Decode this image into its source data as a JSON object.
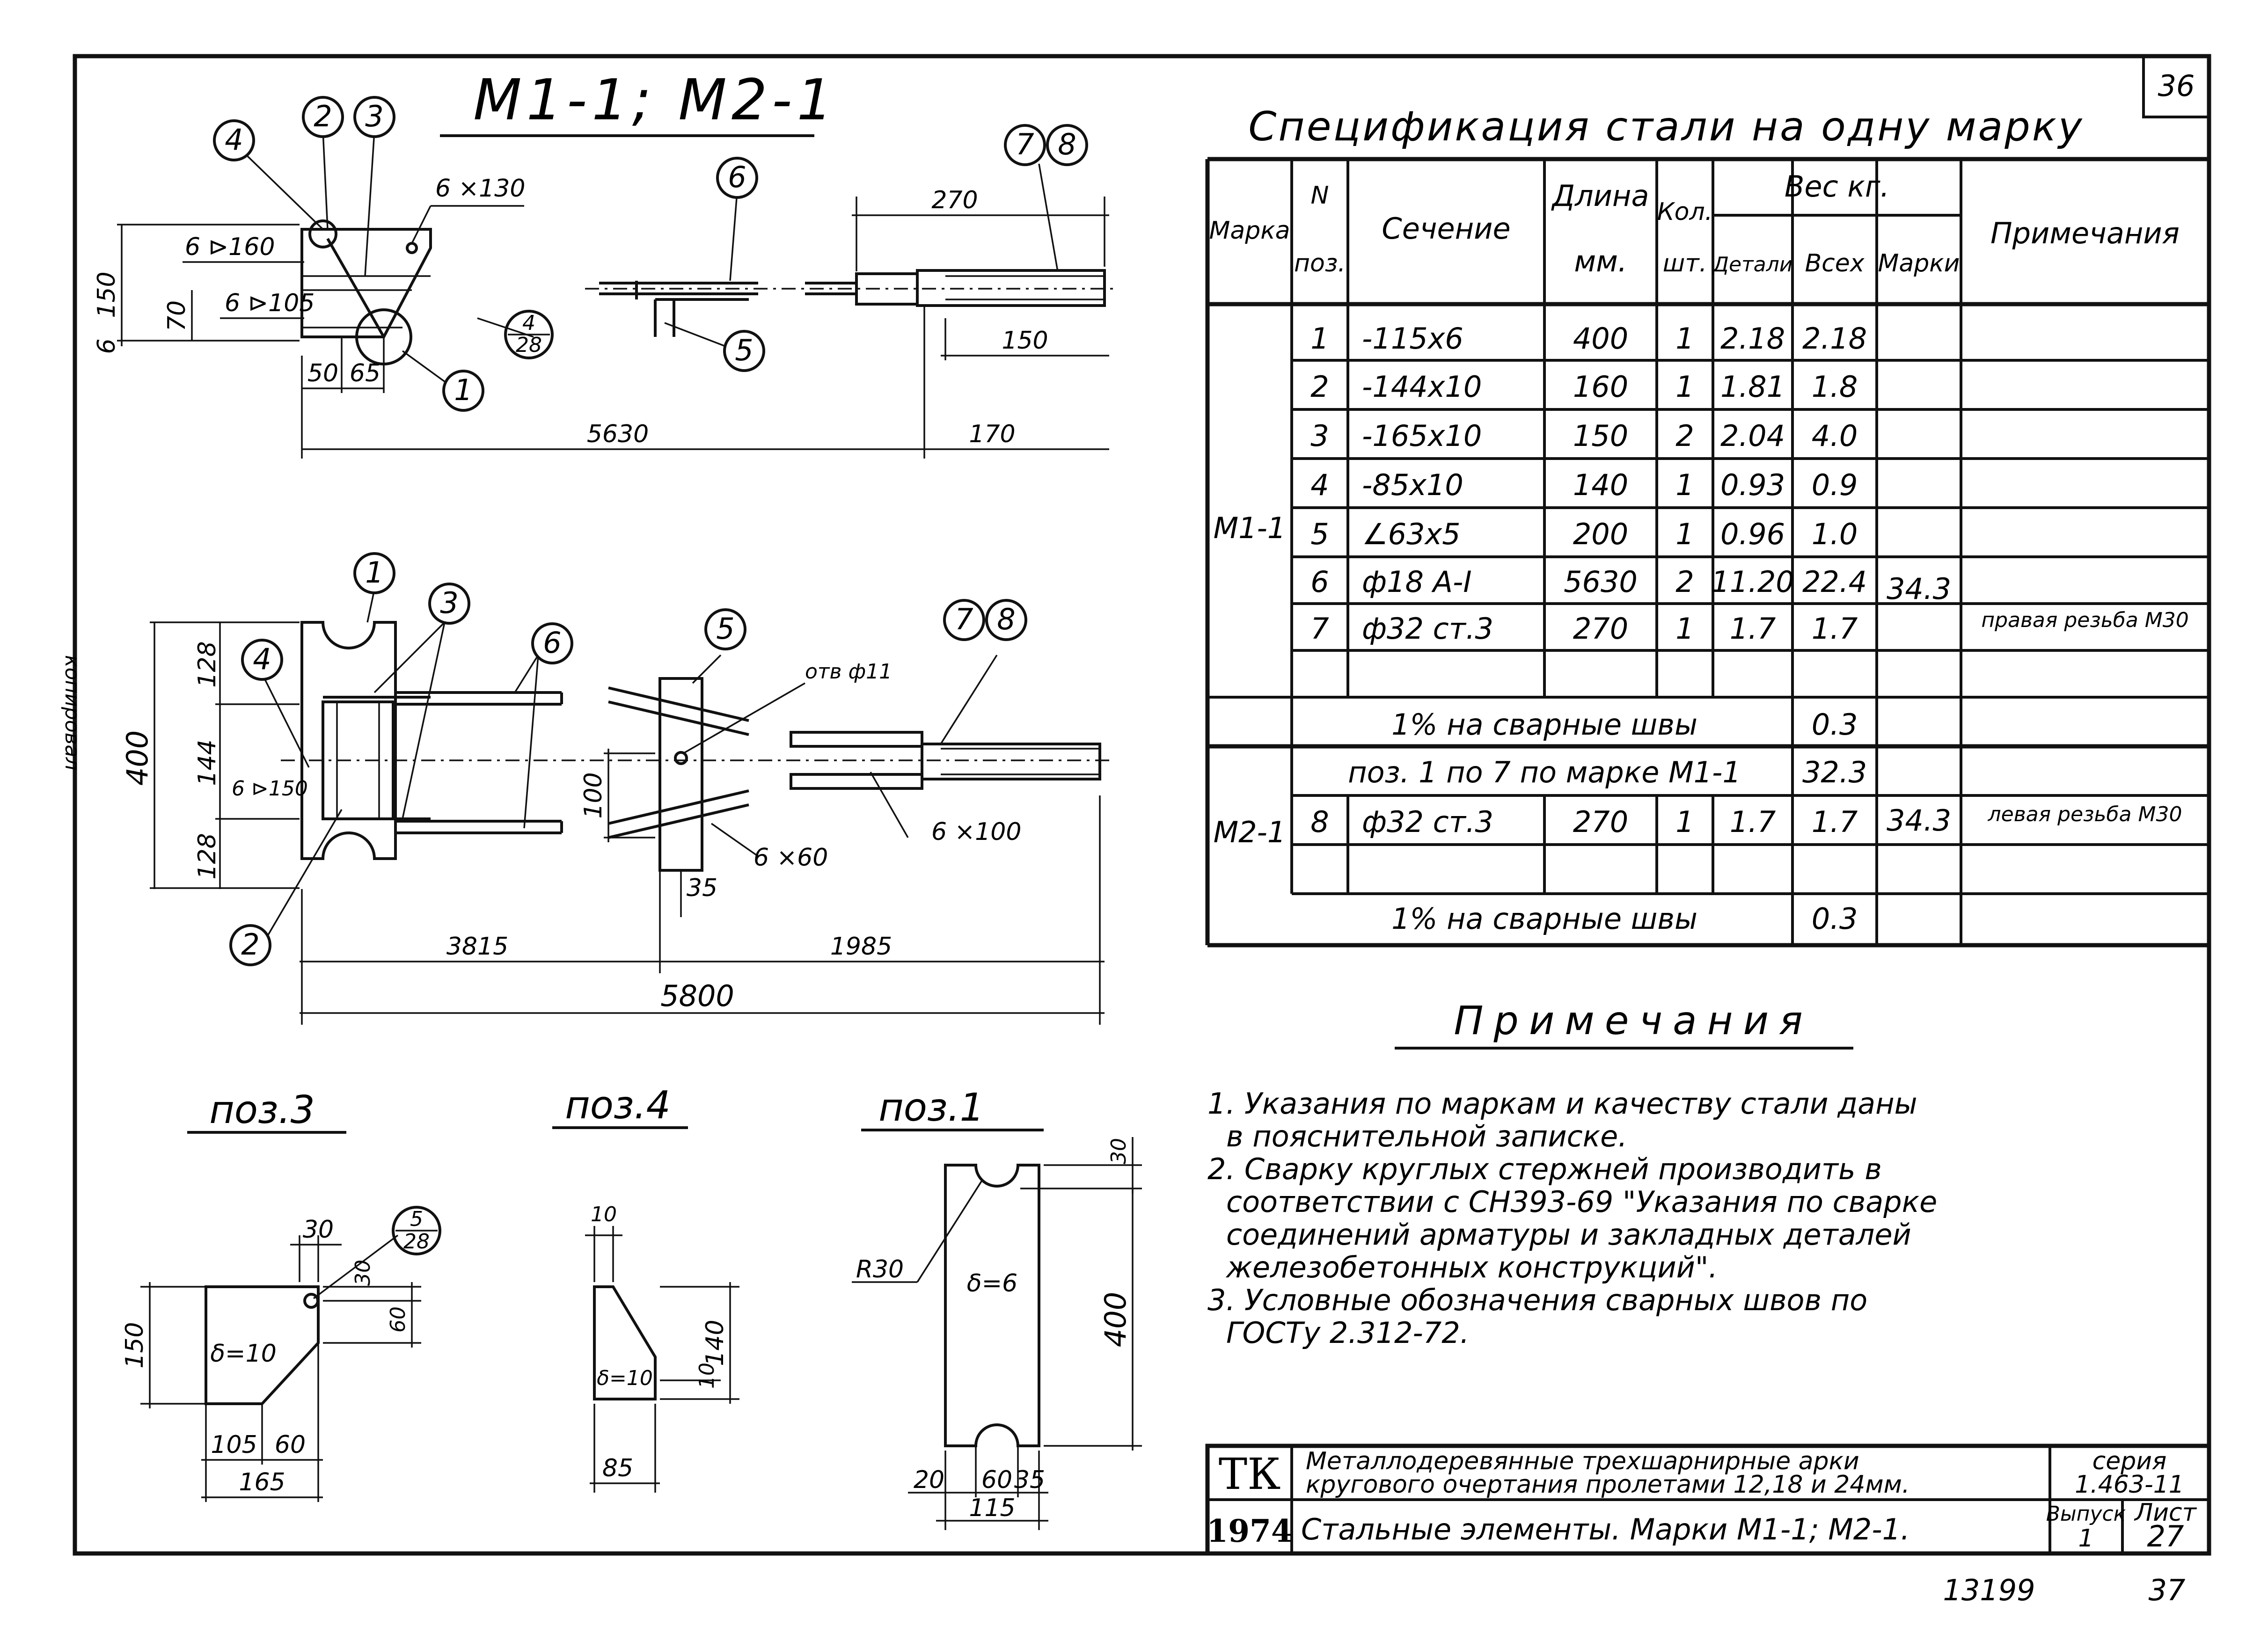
{
  "sheet": {
    "corner_number": "36",
    "bottom_number_left": "13199",
    "bottom_number_right": "37",
    "side_stamp": "копировал"
  },
  "main_title": "М1-1; М2-1",
  "spec": {
    "title": "Спецификация стали на одну марку",
    "headers": {
      "mark": "Марка",
      "pos_n": "N",
      "pos": "поз.",
      "section": "Сечение",
      "length": "Длина",
      "length_unit": "мм.",
      "qty": "Кол.",
      "qty_unit": "шт.",
      "weight": "Вес кг.",
      "w_detail": "Детали",
      "w_all": "Всех",
      "w_mark": "Марки",
      "notes": "Примечания"
    },
    "m1": {
      "mark": "М1-1",
      "mark_weight": "34.3",
      "rows": [
        {
          "pos": "1",
          "section": "-115х6",
          "length": "400",
          "qty": "1",
          "w_detail": "2.18",
          "w_all": "2.18",
          "note": ""
        },
        {
          "pos": "2",
          "section": "-144х10",
          "length": "160",
          "qty": "1",
          "w_detail": "1.81",
          "w_all": "1.8",
          "note": ""
        },
        {
          "pos": "3",
          "section": "-165х10",
          "length": "150",
          "qty": "2",
          "w_detail": "2.04",
          "w_all": "4.0",
          "note": ""
        },
        {
          "pos": "4",
          "section": "-85х10",
          "length": "140",
          "qty": "1",
          "w_detail": "0.93",
          "w_all": "0.9",
          "note": ""
        },
        {
          "pos": "5",
          "section": "∠63х5",
          "length": "200",
          "qty": "1",
          "w_detail": "0.96",
          "w_all": "1.0",
          "note": ""
        },
        {
          "pos": "6",
          "section": "ф18 А-I",
          "length": "5630",
          "qty": "2",
          "w_detail": "11.20",
          "w_all": "22.4",
          "note": ""
        },
        {
          "pos": "7",
          "section": "ф32 ст.3",
          "length": "270",
          "qty": "1",
          "w_detail": "1.7",
          "w_all": "1.7",
          "note": "правая резьба М30"
        }
      ],
      "welds_label": "1% на сварные швы",
      "welds_value": "0.3"
    },
    "m2": {
      "mark": "М2-1",
      "mark_weight": "34.3",
      "ref_label": "поз. 1 по 7 по марке М1-1",
      "ref_value": "32.3",
      "row": {
        "pos": "8",
        "section": "ф32 ст.3",
        "length": "270",
        "qty": "1",
        "w_detail": "1.7",
        "w_all": "1.7",
        "note": "левая резьба М30"
      },
      "welds_label": "1% на сварные швы",
      "welds_value": "0.3"
    }
  },
  "notes": {
    "title": "Примечания",
    "items": [
      [
        "1. Указания по маркам и качеству стали даны",
        "в пояснительной записке."
      ],
      [
        "2. Сварку круглых стержней производить в",
        "соответствии с СН393-69 \"Указания по сварке",
        "соединений арматуры и закладных деталей",
        "железобетонных конструкций\"."
      ],
      [
        "3. Условные обозначения сварных швов по",
        "ГОСТу 2.312-72."
      ]
    ]
  },
  "title_block": {
    "org": "ТК",
    "year": "1974",
    "project_line1": "Металлодеревянные трехшарнирные арки",
    "project_line2": "кругового очертания пролетами 12,18 и 24мм.",
    "sheet_title": "Стальные элементы. Марки М1-1; М2-1.",
    "series_label": "серия",
    "series_value": "1.463-11",
    "issue_label": "Выпуск",
    "issue_value": "1",
    "sheet_label": "Лист",
    "sheet_value": "27"
  },
  "drawing": {
    "callouts": [
      "1",
      "2",
      "3",
      "4",
      "5",
      "6",
      "7",
      "8"
    ],
    "elevation_dims": [
      "150",
      "70",
      "6",
      "50",
      "65",
      "5630",
      "270",
      "150",
      "170"
    ],
    "elevation_welds": [
      "6 ⊳160",
      "6 ⊳105",
      "6 ⨯130"
    ],
    "section_ref": {
      "num": "4",
      "den": "28"
    },
    "plan_dims": [
      "128",
      "144",
      "128",
      "400",
      "100",
      "35",
      "3815",
      "1985",
      "5800"
    ],
    "plan_welds": [
      "6 ⊳150",
      "6 ⨯60",
      "6 ⨯100"
    ],
    "plan_hole": "отв ф11",
    "pos3": {
      "title": "поз.3",
      "dims": [
        "30",
        "30",
        "60",
        "150",
        "105",
        "60",
        "165"
      ],
      "thick": "δ=10",
      "ref": {
        "num": "5",
        "den": "28"
      }
    },
    "pos4": {
      "title": "поз.4",
      "dims": [
        "10",
        "10",
        "140",
        "85"
      ],
      "thick": "δ=10"
    },
    "pos1": {
      "title": "поз.1",
      "dims": [
        "30",
        "400",
        "20",
        "60",
        "35",
        "115",
        "R30"
      ],
      "thick": "δ=6"
    }
  }
}
